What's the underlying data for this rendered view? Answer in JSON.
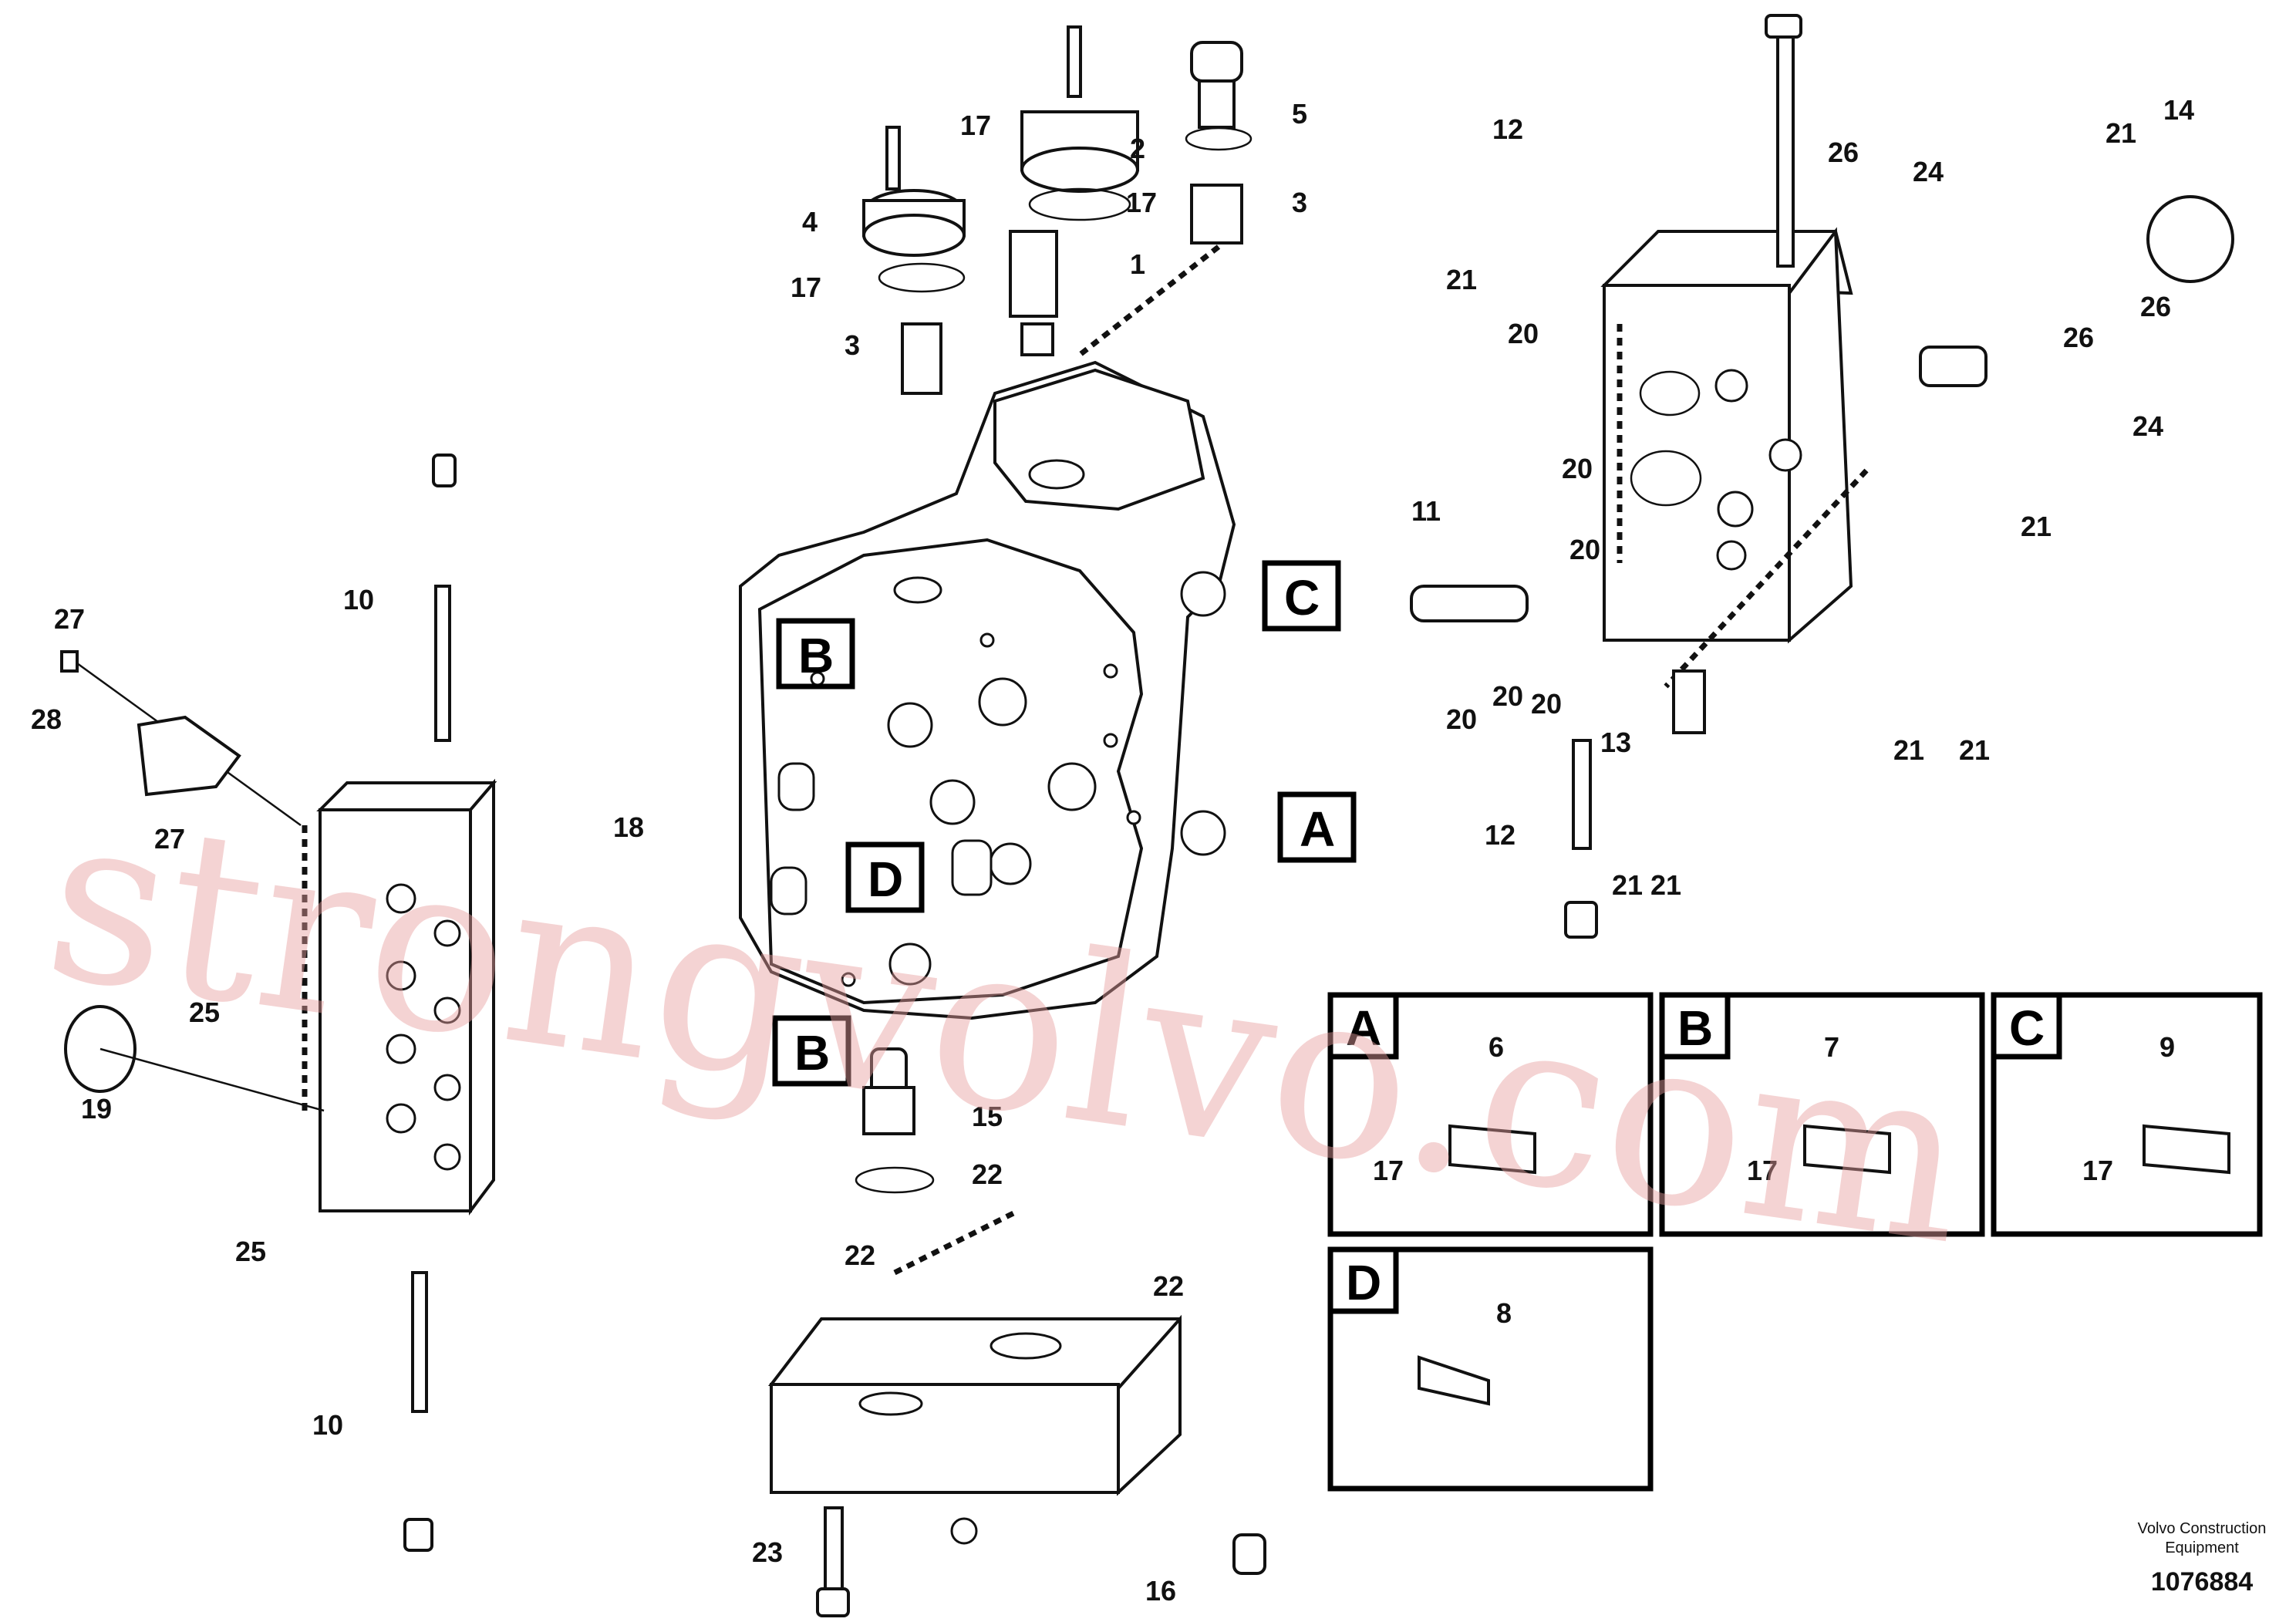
{
  "diagram": {
    "part_labels": [
      "1",
      "2",
      "3",
      "3",
      "4",
      "5",
      "10",
      "10",
      "11",
      "12",
      "12",
      "13",
      "14",
      "15",
      "16",
      "17",
      "17",
      "17",
      "17",
      "17",
      "17",
      "18",
      "19",
      "20",
      "20",
      "20",
      "20",
      "20",
      "20",
      "21",
      "21",
      "21",
      "21",
      "21",
      "21",
      "21",
      "22",
      "22",
      "22",
      "23",
      "24",
      "24",
      "25",
      "25",
      "26",
      "26",
      "26",
      "27",
      "27",
      "28",
      "6",
      "7",
      "8",
      "9"
    ],
    "port_labels": [
      "C",
      "A",
      "B",
      "B",
      "D"
    ],
    "detail_box_labels": [
      "A",
      "B",
      "C",
      "D"
    ],
    "watermark": "strongvolvo.com",
    "footer": {
      "company_line1": "Volvo Construction",
      "company_line2": "Equipment",
      "drawing_number": "1076884"
    }
  }
}
